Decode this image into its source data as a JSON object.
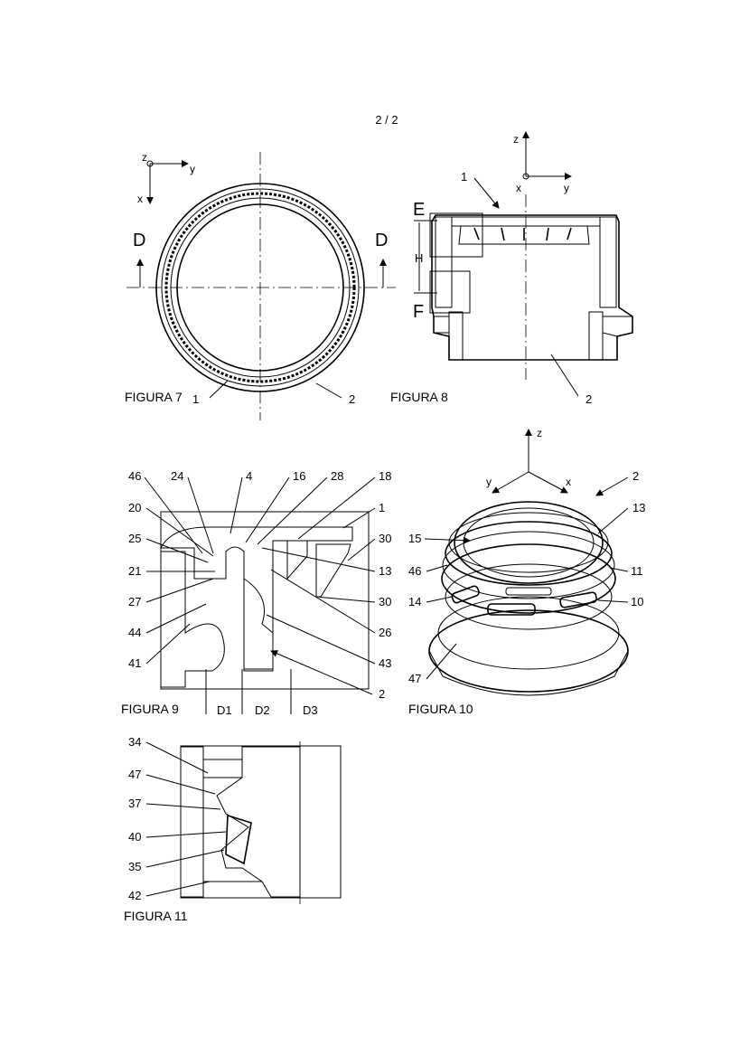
{
  "page_number": "2 / 2",
  "figures": {
    "fig7": {
      "caption": "FIGURA 7",
      "section_marks": [
        "D",
        "D"
      ],
      "axes": {
        "z": "z",
        "y": "y",
        "x": "x"
      },
      "labels": [
        "1",
        "2"
      ]
    },
    "fig8": {
      "caption": "FIGURA 8",
      "axes": {
        "z": "z",
        "y": "y",
        "x": "x"
      },
      "detail_marks": [
        "E",
        "F"
      ],
      "dimension": "H",
      "labels": [
        "1",
        "2"
      ]
    },
    "fig9": {
      "caption": "FIGURA 9",
      "labels_top": [
        "46",
        "24",
        "4",
        "16",
        "28",
        "18"
      ],
      "labels_left": [
        "20",
        "25",
        "21",
        "27",
        "44",
        "41"
      ],
      "labels_right": [
        "1",
        "30",
        "13",
        "30",
        "26",
        "43",
        "2"
      ],
      "dimensions": [
        "D1",
        "D2",
        "D3"
      ]
    },
    "fig10": {
      "caption": "FIGURA 10",
      "axes": {
        "z": "z",
        "y": "y",
        "x": "x"
      },
      "labels": [
        "2",
        "13",
        "15",
        "46",
        "11",
        "14",
        "10",
        "47"
      ]
    },
    "fig11": {
      "caption": "FIGURA 11",
      "labels": [
        "34",
        "47",
        "37",
        "40",
        "35",
        "42"
      ]
    }
  }
}
